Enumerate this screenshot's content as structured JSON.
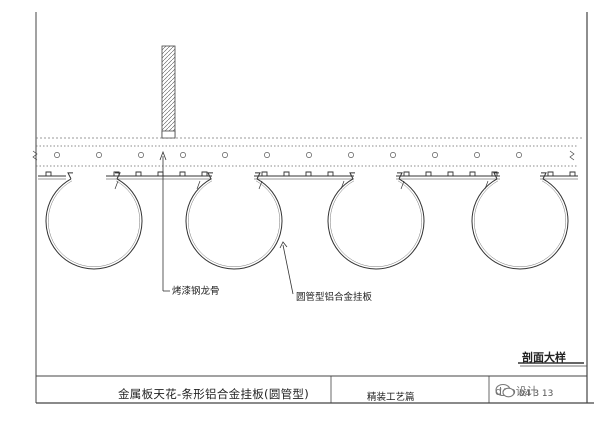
{
  "drawing": {
    "labels": {
      "keel": "烤漆钢龙骨",
      "panel": "圆管型铝合金挂板"
    },
    "section_title": "剖面大样",
    "title_block": {
      "title": "金属板天花-条形铝合金挂板(圆管型)",
      "chapter": "精装工艺篇",
      "code": "04   3  13"
    },
    "watermark": {
      "icon": "wechat-icon",
      "text": "dop设计"
    }
  }
}
